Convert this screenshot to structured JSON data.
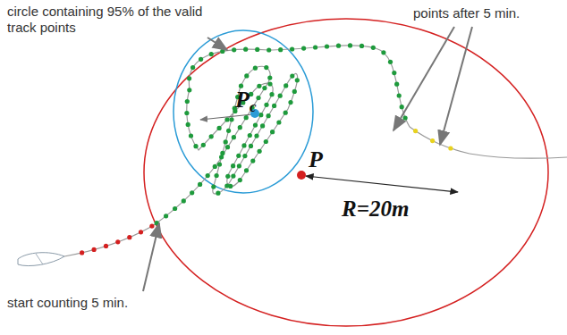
{
  "diagram": {
    "labels": [
      "circle containing 95% of the valid track points",
      "points after 5 min.",
      "start counting 5 min.",
      "P",
      "c",
      "P",
      "R=20m"
    ]
  }
}
